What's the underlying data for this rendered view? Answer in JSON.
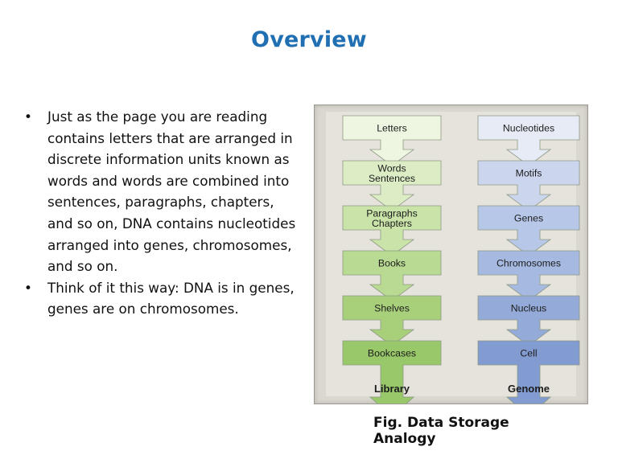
{
  "title": "Overview",
  "bullets": [
    "Just as the page you are reading contains letters that are arranged in discrete information units known as words and words are combined into sentences, paragraphs, chapters, and so on, DNA contains nucleotides arranged into genes, chromosomes, and so on.",
    "Think of it this way: DNA is in genes, genes are on chromosomes."
  ],
  "bullet_symbol": "•",
  "diagram": {
    "left_column": {
      "items": [
        [
          "Letters"
        ],
        [
          "Words",
          "Sentences"
        ],
        [
          "Paragraphs",
          "Chapters"
        ],
        [
          "Books"
        ],
        [
          "Shelves"
        ],
        [
          "Bookcases"
        ]
      ],
      "bottom": "Library",
      "colors": [
        "#eef6e2",
        "#dcedc6",
        "#c9e3a9",
        "#b9da92",
        "#a8d07b",
        "#99c86a"
      ]
    },
    "right_column": {
      "items": [
        [
          "Nucleotides"
        ],
        [
          "Motifs"
        ],
        [
          "Genes"
        ],
        [
          "Chromosomes"
        ],
        [
          "Nucleus"
        ],
        [
          "Cell"
        ]
      ],
      "bottom": "Genome",
      "colors": [
        "#e6ebf6",
        "#cbd6ee",
        "#b7c7e8",
        "#a6b9e0",
        "#94aad8",
        "#829bd0"
      ]
    }
  },
  "caption": "Fig. Data Storage Analogy"
}
